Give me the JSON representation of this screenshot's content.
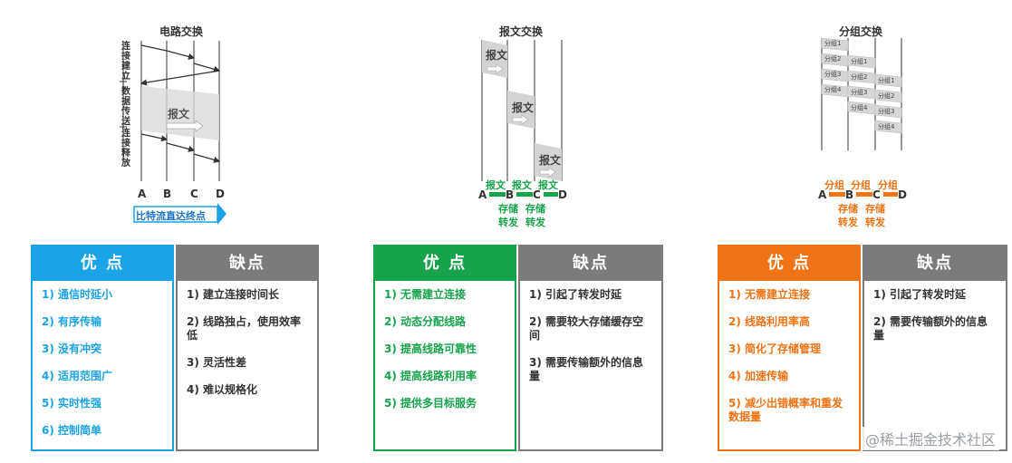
{
  "diagrams": {
    "circuit": {
      "title": "电路交换",
      "phases": [
        "连\n接\n建\n立",
        "数\n据\n传\n送",
        "连\n接\n释\n放"
      ],
      "message": "报文",
      "nodes": [
        "A",
        "B",
        "C",
        "D"
      ],
      "banner": "比特流直达终点"
    },
    "message": {
      "title": "报文交换",
      "message": "报文",
      "nodes": [
        "A",
        "B",
        "C",
        "D"
      ],
      "hop_label": "报文",
      "store_label_1": "存储",
      "store_label_2": "转发"
    },
    "packet": {
      "title": "分组交换",
      "packet_labels": [
        "分组1",
        "分组2",
        "分组3",
        "分组4"
      ],
      "nodes": [
        "A",
        "B",
        "C",
        "D"
      ],
      "hop_label": "分组",
      "store_label_1": "存储",
      "store_label_2": "转发"
    }
  },
  "cards": {
    "circuit": {
      "pros_title": "优 点",
      "cons_title": "缺点",
      "pros": [
        "1) 通信时延小",
        "2) 有序传输",
        "3) 没有冲突",
        "4) 适用范围广",
        "5) 实时性强",
        "6) 控制简单"
      ],
      "cons": [
        "1) 建立连接时间长",
        "2) 线路独占，使用效率低",
        "3) 灵活性差",
        "4) 难以规格化"
      ]
    },
    "message": {
      "pros_title": "优 点",
      "cons_title": "缺点",
      "pros": [
        "1) 无需建立连接",
        "2) 动态分配线路",
        "3) 提高线路可靠性",
        "4) 提高线路利用率",
        "5) 提供多目标服务"
      ],
      "cons": [
        "1) 引起了转发时延",
        "2) 需要较大存储缓存空间",
        "3) 需要传输额外的信息量"
      ]
    },
    "packet": {
      "pros_title": "优 点",
      "cons_title": "缺点",
      "pros": [
        "1) 无需建立连接",
        "2) 线路利用率高",
        "3) 简化了存储管理",
        "4) 加速传输",
        "5) 减少出错概率和重发数据量"
      ],
      "cons": [
        "1) 引起了转发时延",
        "2) 需要传输额外的信息量"
      ]
    }
  },
  "colors": {
    "blue": "#1aa3e8",
    "green": "#16a34a",
    "orange": "#f07415",
    "gray": "#7b7b7b"
  },
  "watermark": "@稀土掘金技术社区"
}
